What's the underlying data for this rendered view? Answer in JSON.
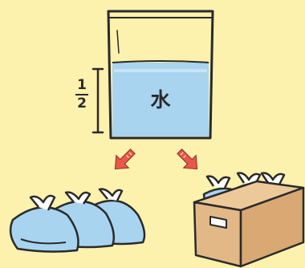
{
  "illustration": {
    "fraction": {
      "numerator": "1",
      "denominator": "2"
    },
    "water_label": "水"
  },
  "colors": {
    "background": "#FCF1AD",
    "water": "#A9D4F0",
    "bag": "#A9D4F0",
    "box": "#E2B887",
    "arrow": "#E8584A",
    "outline": "#2A2A2A"
  }
}
